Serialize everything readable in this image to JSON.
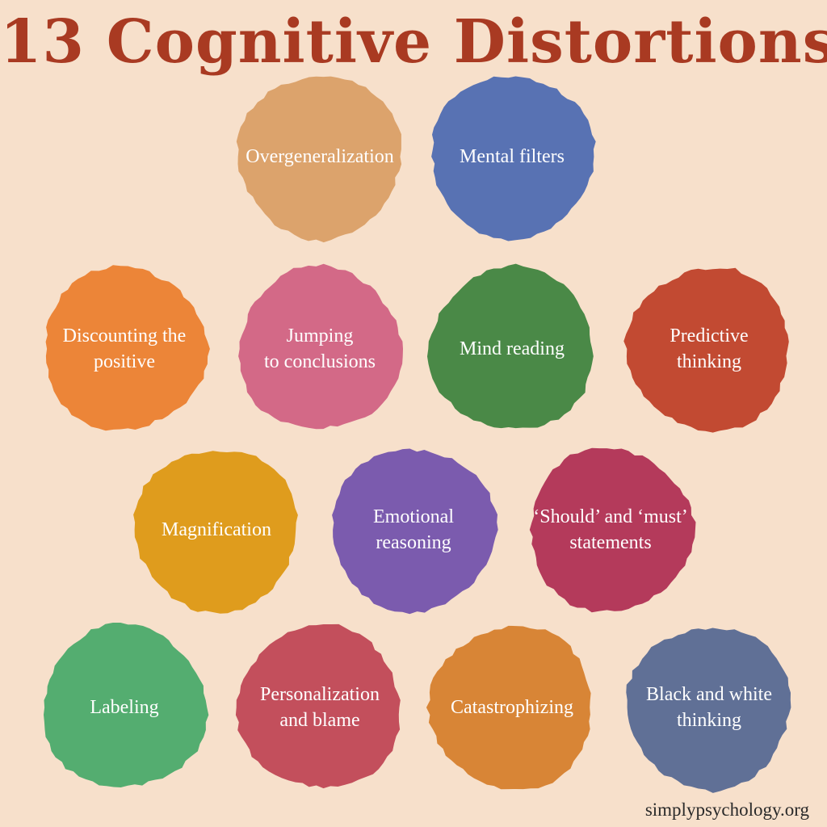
{
  "title": "13 Cognitive Distortions",
  "source": "simplypsychology.org",
  "distortions": [
    {
      "label": "Overgeneralization",
      "color": "#dca36c"
    },
    {
      "label": "Mental filters",
      "color": "#5872b3"
    },
    {
      "label": "Discounting the\npositive",
      "color": "#ec8538"
    },
    {
      "label": "Jumping\nto conclusions",
      "color": "#d36987"
    },
    {
      "label": "Mind reading",
      "color": "#4a8947"
    },
    {
      "label": "Predictive\nthinking",
      "color": "#c24a32"
    },
    {
      "label": "Magnification",
      "color": "#df9c1d"
    },
    {
      "label": "Emotional\nreasoning",
      "color": "#7b5bae"
    },
    {
      "label": "‘Should’ and ‘must’\nstatements",
      "color": "#b43a5b"
    },
    {
      "label": "Labeling",
      "color": "#54ad70"
    },
    {
      "label": "Personalization\nand blame",
      "color": "#c34f5c"
    },
    {
      "label": "Catastrophizing",
      "color": "#d88536"
    },
    {
      "label": "Black and white\nthinking",
      "color": "#607096"
    }
  ]
}
